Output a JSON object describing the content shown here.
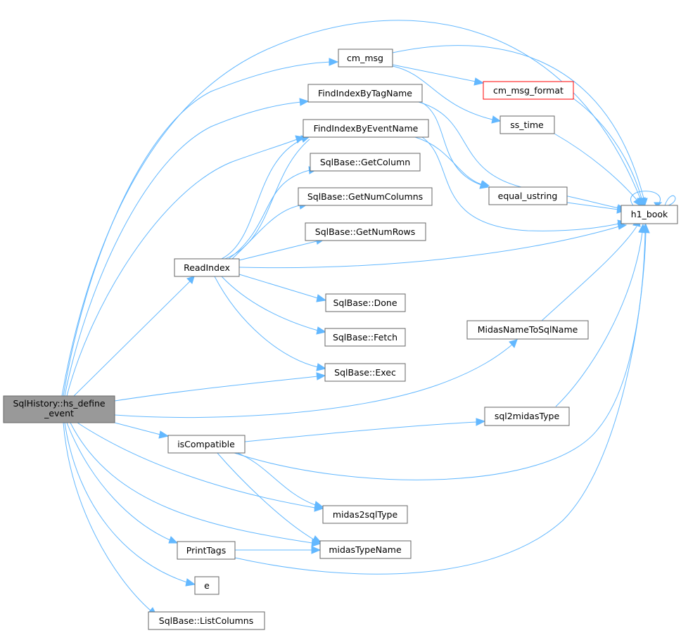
{
  "nodes": {
    "root": {
      "line1": "SqlHistory::hs_define",
      "line2": "_event"
    },
    "cm_msg": {
      "label": "cm_msg"
    },
    "cm_msg_format": {
      "label": "cm_msg_format"
    },
    "find_tag": {
      "label": "FindIndexByTagName"
    },
    "find_event": {
      "label": "FindIndexByEventName"
    },
    "ss_time": {
      "label": "ss_time"
    },
    "get_column": {
      "label": "SqlBase::GetColumn"
    },
    "get_num_columns": {
      "label": "SqlBase::GetNumColumns"
    },
    "equal_ustring": {
      "label": "equal_ustring"
    },
    "h1_book": {
      "label": "h1_book"
    },
    "get_num_rows": {
      "label": "SqlBase::GetNumRows"
    },
    "read_index": {
      "label": "ReadIndex"
    },
    "done": {
      "label": "SqlBase::Done"
    },
    "midas_to_sql": {
      "label": "MidasNameToSqlName"
    },
    "fetch": {
      "label": "SqlBase::Fetch"
    },
    "exec": {
      "label": "SqlBase::Exec"
    },
    "sql2midas": {
      "label": "sql2midasType"
    },
    "is_compatible": {
      "label": "isCompatible"
    },
    "midas2sql": {
      "label": "midas2sqlType"
    },
    "print_tags": {
      "label": "PrintTags"
    },
    "midas_type_name": {
      "label": "midasTypeName"
    },
    "e": {
      "label": "e"
    },
    "list_columns": {
      "label": "SqlBase::ListColumns"
    }
  },
  "colors": {
    "edge": "#63b8ff",
    "root_fill": "#999999",
    "node_border": "#666666",
    "highlight_border": "#ff0000"
  }
}
